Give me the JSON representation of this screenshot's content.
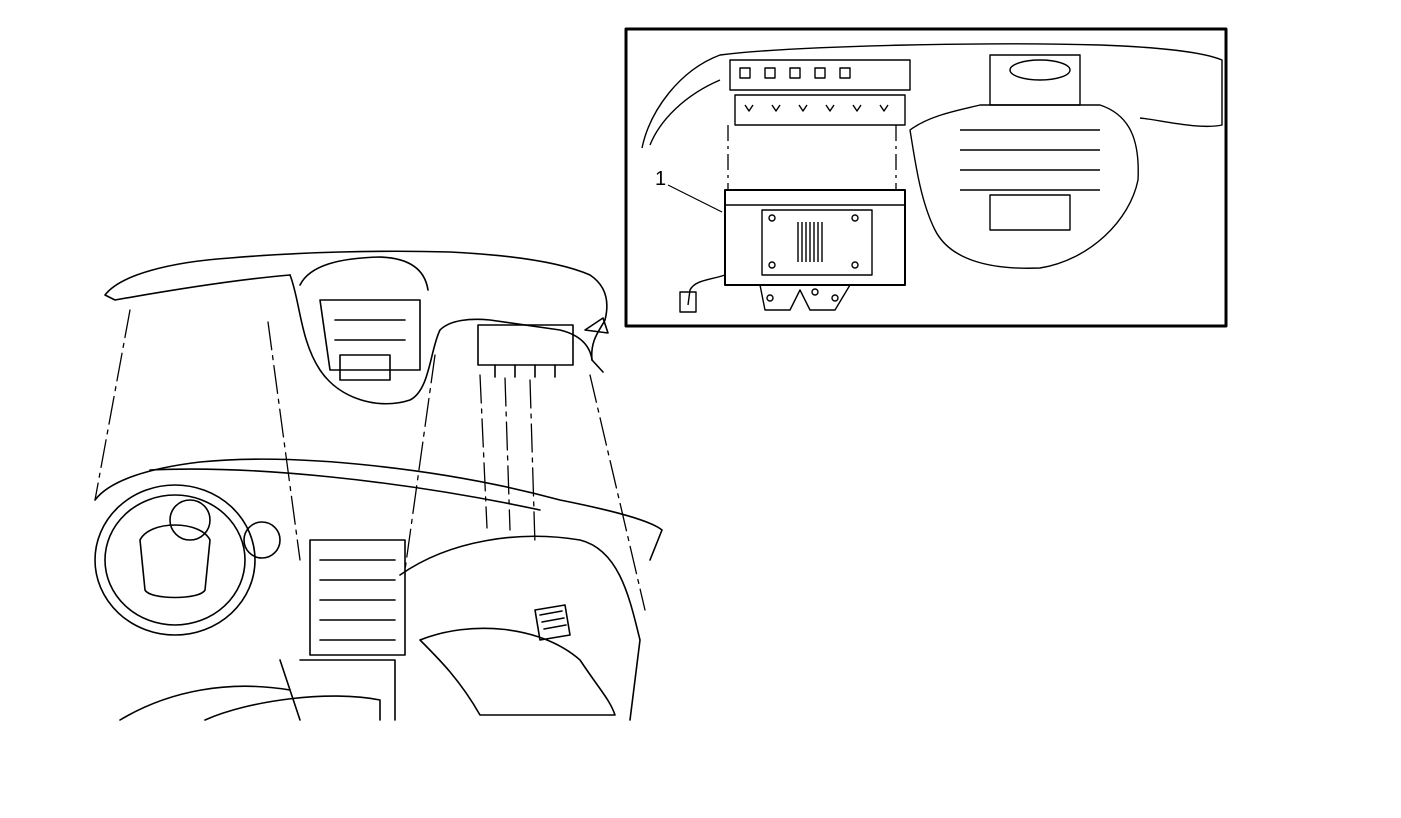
{
  "diagram": {
    "type": "exploded-assembly-illustration",
    "subject": "Instrument panel with passenger airbag module",
    "main_view": {
      "name": "instrument-panel-exploded-view",
      "parts": [
        "upper-trim-panel",
        "center-bezel",
        "steering-wheel",
        "instrument-cluster",
        "center-stack",
        "glove-box",
        "air-vent",
        "passenger-airbag-opening"
      ]
    },
    "inset_view": {
      "name": "passenger-airbag-detail",
      "callouts": [
        {
          "label": "1",
          "part": "passenger-airbag-module"
        }
      ]
    },
    "colors": {
      "line": "#000000",
      "background": "#ffffff"
    }
  }
}
